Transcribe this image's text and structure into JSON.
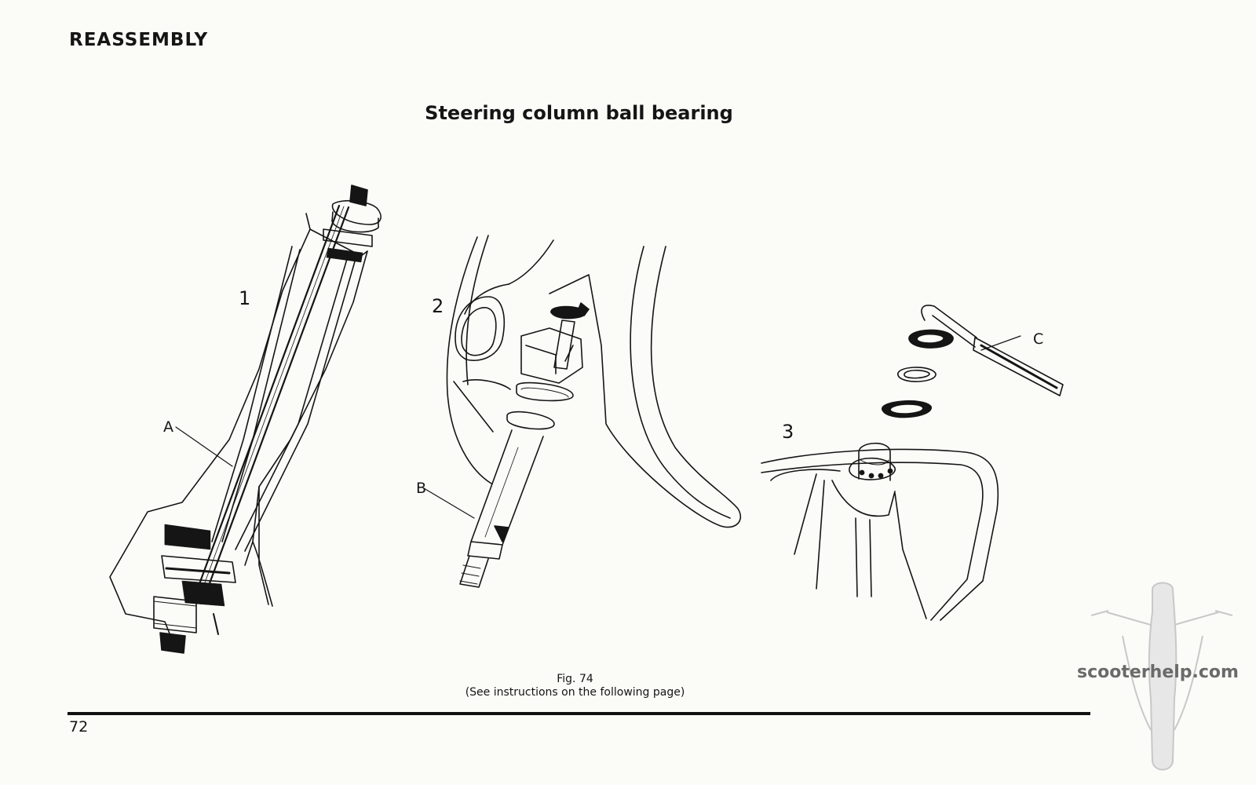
{
  "page": {
    "section_heading": "REASSEMBLY",
    "figure_title": "Steering column ball bearing",
    "figure_number": "Fig. 74",
    "figure_note": "(See instructions on the following page)",
    "page_number": "72",
    "watermark": "scooterhelp.com"
  },
  "figure": {
    "views": [
      {
        "number": "1",
        "part_label": "A"
      },
      {
        "number": "2",
        "part_label": "B"
      },
      {
        "number": "3",
        "part_label": "C"
      }
    ]
  },
  "colors": {
    "ink": "#151515",
    "paper": "#fbfbf8",
    "watermark": "#6a6a6a"
  }
}
